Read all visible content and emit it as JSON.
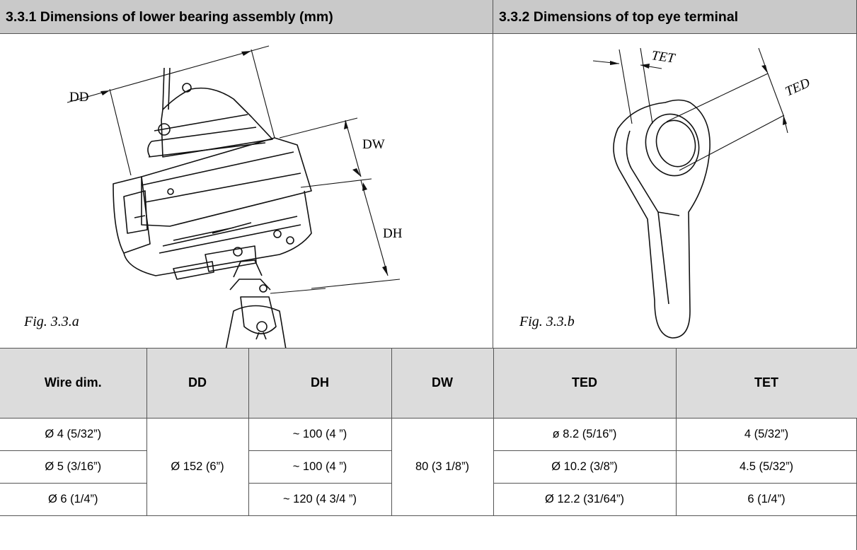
{
  "sections": {
    "left_title": "3.3.1 Dimensions of lower bearing assembly (mm)",
    "right_title": "3.3.2 Dimensions of top eye terminal"
  },
  "figures": {
    "a": {
      "caption": "Fig. 3.3.a",
      "labels": {
        "dd": "DD",
        "dw": "DW",
        "dh": "DH"
      }
    },
    "b": {
      "caption": "Fig. 3.3.b",
      "labels": {
        "tet": "TET",
        "ted": "TED"
      }
    }
  },
  "table": {
    "headers": [
      "Wire dim.",
      "DD",
      "DH",
      "DW",
      "TED",
      "TET"
    ],
    "rows": [
      {
        "wire": "Ø 4 (5/32”)",
        "dh": "~ 100 (4 ”)",
        "ted": "ø 8.2 (5/16”)",
        "tet": "4 (5/32”)"
      },
      {
        "wire": "Ø 5 (3/16”)",
        "dh": "~ 100 (4 ”)",
        "ted": "Ø 10.2 (3/8”)",
        "tet": "4.5 (5/32”)"
      },
      {
        "wire": "Ø 6 (1/4”)",
        "dh": "~ 120 (4 3/4 ”)",
        "ted": "Ø 12.2 (31/64”)",
        "tet": "6 (1/4”)"
      }
    ],
    "dd_shared": "Ø 152 (6”)",
    "dw_shared": "80 (3 1/8”)"
  }
}
